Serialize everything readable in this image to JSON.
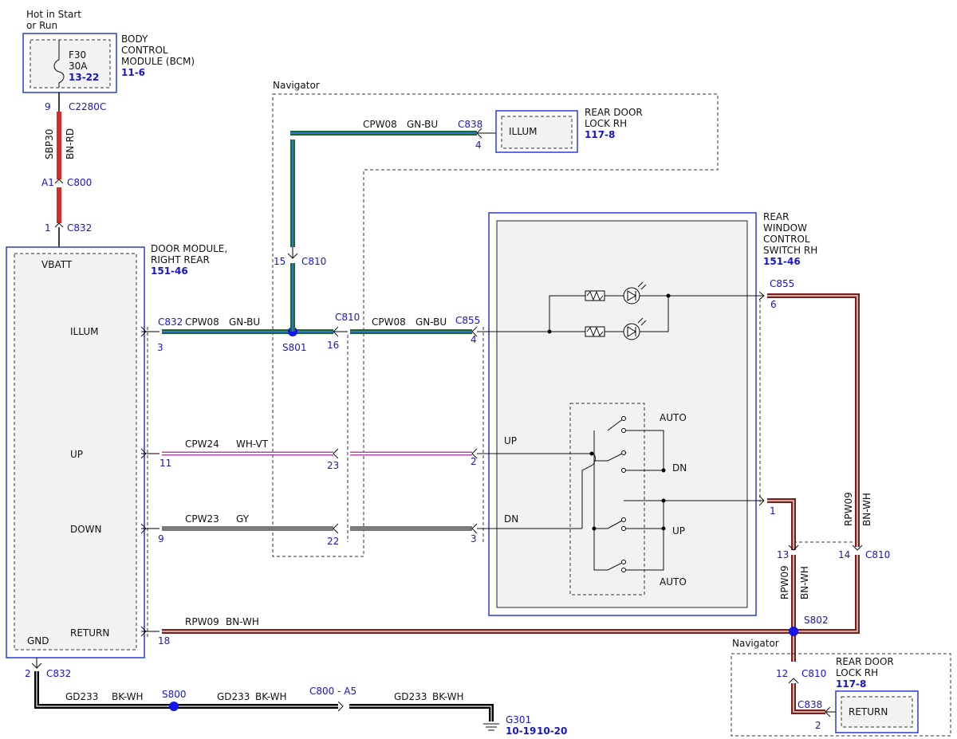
{
  "labels": {
    "hot": [
      "Hot in Start",
      "or Run"
    ],
    "bcm": [
      "BODY",
      "CONTROL",
      "MODULE (BCM)"
    ],
    "bcm_ref": "11-6",
    "fuse": [
      "F30",
      "30A"
    ],
    "fuse_ref": "13-22",
    "navigator": "Navigator",
    "door_module": [
      "DOOR MODULE,",
      "RIGHT REAR"
    ],
    "door_module_ref": "151-46",
    "vbatt": "VBATT",
    "gnd": "GND",
    "illum": "ILLUM",
    "up": "UP",
    "down": "DOWN",
    "return": "RETURN",
    "rear_door_lock": [
      "REAR DOOR",
      "LOCK RH"
    ],
    "rear_door_lock_ref": "117-8",
    "illum_box": "ILLUM",
    "return_box": "RETURN",
    "rwcs": [
      "REAR",
      "WINDOW",
      "CONTROL",
      "SWITCH RH"
    ],
    "rwcs_ref": "151-46",
    "sw_auto": "AUTO",
    "sw_dn": "DN",
    "sw_up": "UP",
    "sw_auto2": "AUTO",
    "sw_in_up": "UP",
    "sw_in_dn": "DN",
    "g301": "G301",
    "g301_ref1": "10-19",
    "g301_ref2": "10-20"
  },
  "connectors": {
    "c2280c": "C2280C",
    "c800": "C800",
    "c832": "C832",
    "c838": "C838",
    "c810": "C810",
    "c855": "C855",
    "c800_a5": "C800 - A5"
  },
  "pins": {
    "p9": "9",
    "pa1": "A1",
    "p1": "1",
    "p15": "15",
    "p4": "4",
    "p3": "3",
    "p16": "16",
    "p4b": "4",
    "p11": "11",
    "p23": "23",
    "p2": "2",
    "p9b": "9",
    "p22": "22",
    "p3b": "3",
    "p18": "18",
    "p2b": "2",
    "p6": "6",
    "p1b": "1",
    "p13": "13",
    "p14": "14",
    "p12": "12",
    "p2c": "2"
  },
  "splices": {
    "s801": "S801",
    "s802": "S802",
    "s800": "S800"
  },
  "wires": {
    "sbp30": "SBP30",
    "bn_rd": "BN-RD",
    "cpw08": "CPW08",
    "gn_bu": "GN-BU",
    "cpw24": "CPW24",
    "wh_vt": "WH-VT",
    "cpw23": "CPW23",
    "gy": "GY",
    "rpw09": "RPW09",
    "bn_wh": "BN-WH",
    "gd233": "GD233",
    "bk_wh": "BK-WH"
  },
  "colors": {
    "bn_rd": "#d12b2b",
    "green": "#1b6a26",
    "blue": "#3b6fd8",
    "brown": "#7a1e1a",
    "gray": "#7a7a7a",
    "violet": "#b4479f",
    "black": "#000000",
    "frame": "#2b3bd6",
    "text_blue": "#1515cc"
  }
}
